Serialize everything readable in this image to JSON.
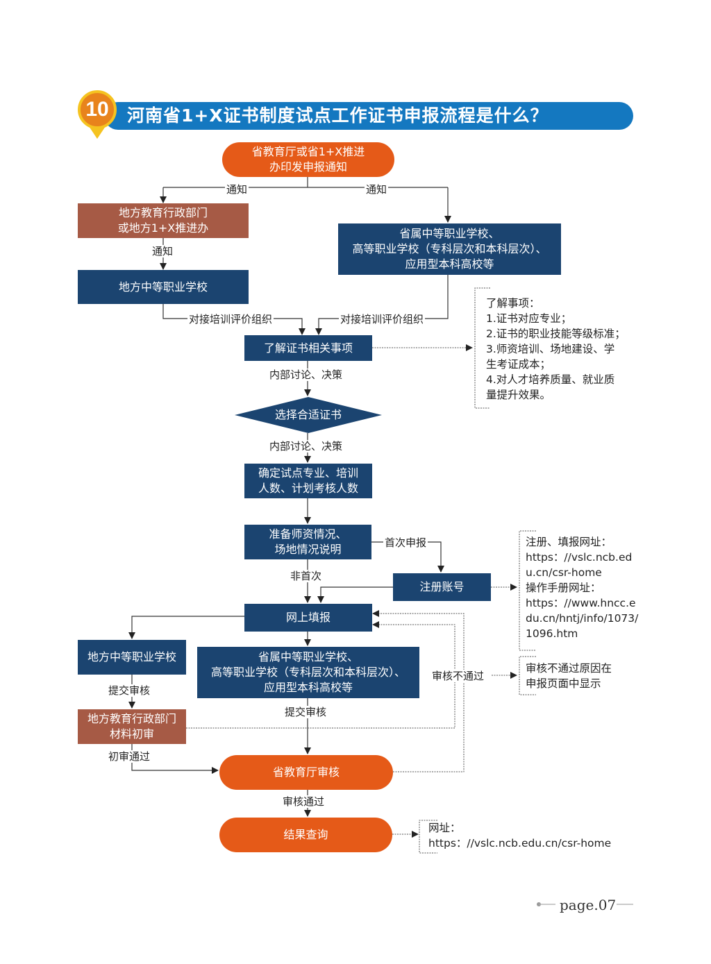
{
  "header": {
    "badge_number": "10",
    "title": "河南省1+X证书制度试点工作证书申报流程是什么？",
    "accent_colors": {
      "title_bar": "#1478c0",
      "badge": "#e8831c",
      "badge_ring": "#f5c320"
    }
  },
  "colors": {
    "navy": "#1b4470",
    "brown": "#a65a45",
    "orange": "#e55a18"
  },
  "nodes": {
    "start": "省教育厅或省1+X推进\n办印发申报通知",
    "local_admin": "地方教育行政部门\n或地方1+X推进办",
    "local_school": "地方中等职业学校",
    "provincial_schools": "省属中等职业学校、\n高等职业学校（专科层次和本科层次）、\n应用型本科高校等",
    "learn_matters": "了解证书相关事项",
    "choose_cert": "选择合适证书",
    "determine": "确定试点专业、培训\n人数、计划考核人数",
    "prepare": "准备师资情况、\n场地情况说明",
    "register": "注册账号",
    "online_fill": "网上填报",
    "local_school_2": "地方中等职业学校",
    "provincial_schools_2": "省属中等职业学校、\n高等职业学校（专科层次和本科层次）、\n应用型本科高校等",
    "local_admin_review": "地方教育行政部门\n材料初审",
    "province_review": "省教育厅审核",
    "result_query": "结果查询"
  },
  "edge_labels": {
    "notify_left": "通知",
    "notify_right": "通知",
    "notify_down": "通知",
    "connect_left": "对接培训评价组织",
    "connect_right": "对接培训评价组织",
    "discuss_1": "内部讨论、决策",
    "discuss_2": "内部讨论、决策",
    "first_time": "首次申报",
    "not_first": "非首次",
    "submit_left": "提交审核",
    "submit_center": "提交审核",
    "fail": "审核不通过",
    "prelim_pass": "初审通过",
    "pass": "审核通过"
  },
  "notes": {
    "matters": "了解事项：\n1.证书对应专业；\n2.证书的职业技能等级标准；\n3.师资培训、场地建设、学\n   生考证成本；\n4.对人才培养质量、就业质\n   量提升效果。",
    "register_urls": "注册、填报网址：\nhttps：//vslc.ncb.ed\nu.cn/csr-home\n操作手册网址：\nhttps：//www.hncc.e\ndu.cn/hntj/info/1073/\n1096.htm",
    "fail_reason": "审核不通过原因在\n申报页面中显示",
    "result_url": "网址：\nhttps：//vslc.ncb.edu.cn/csr-home"
  },
  "footer": {
    "page": "page.07"
  }
}
